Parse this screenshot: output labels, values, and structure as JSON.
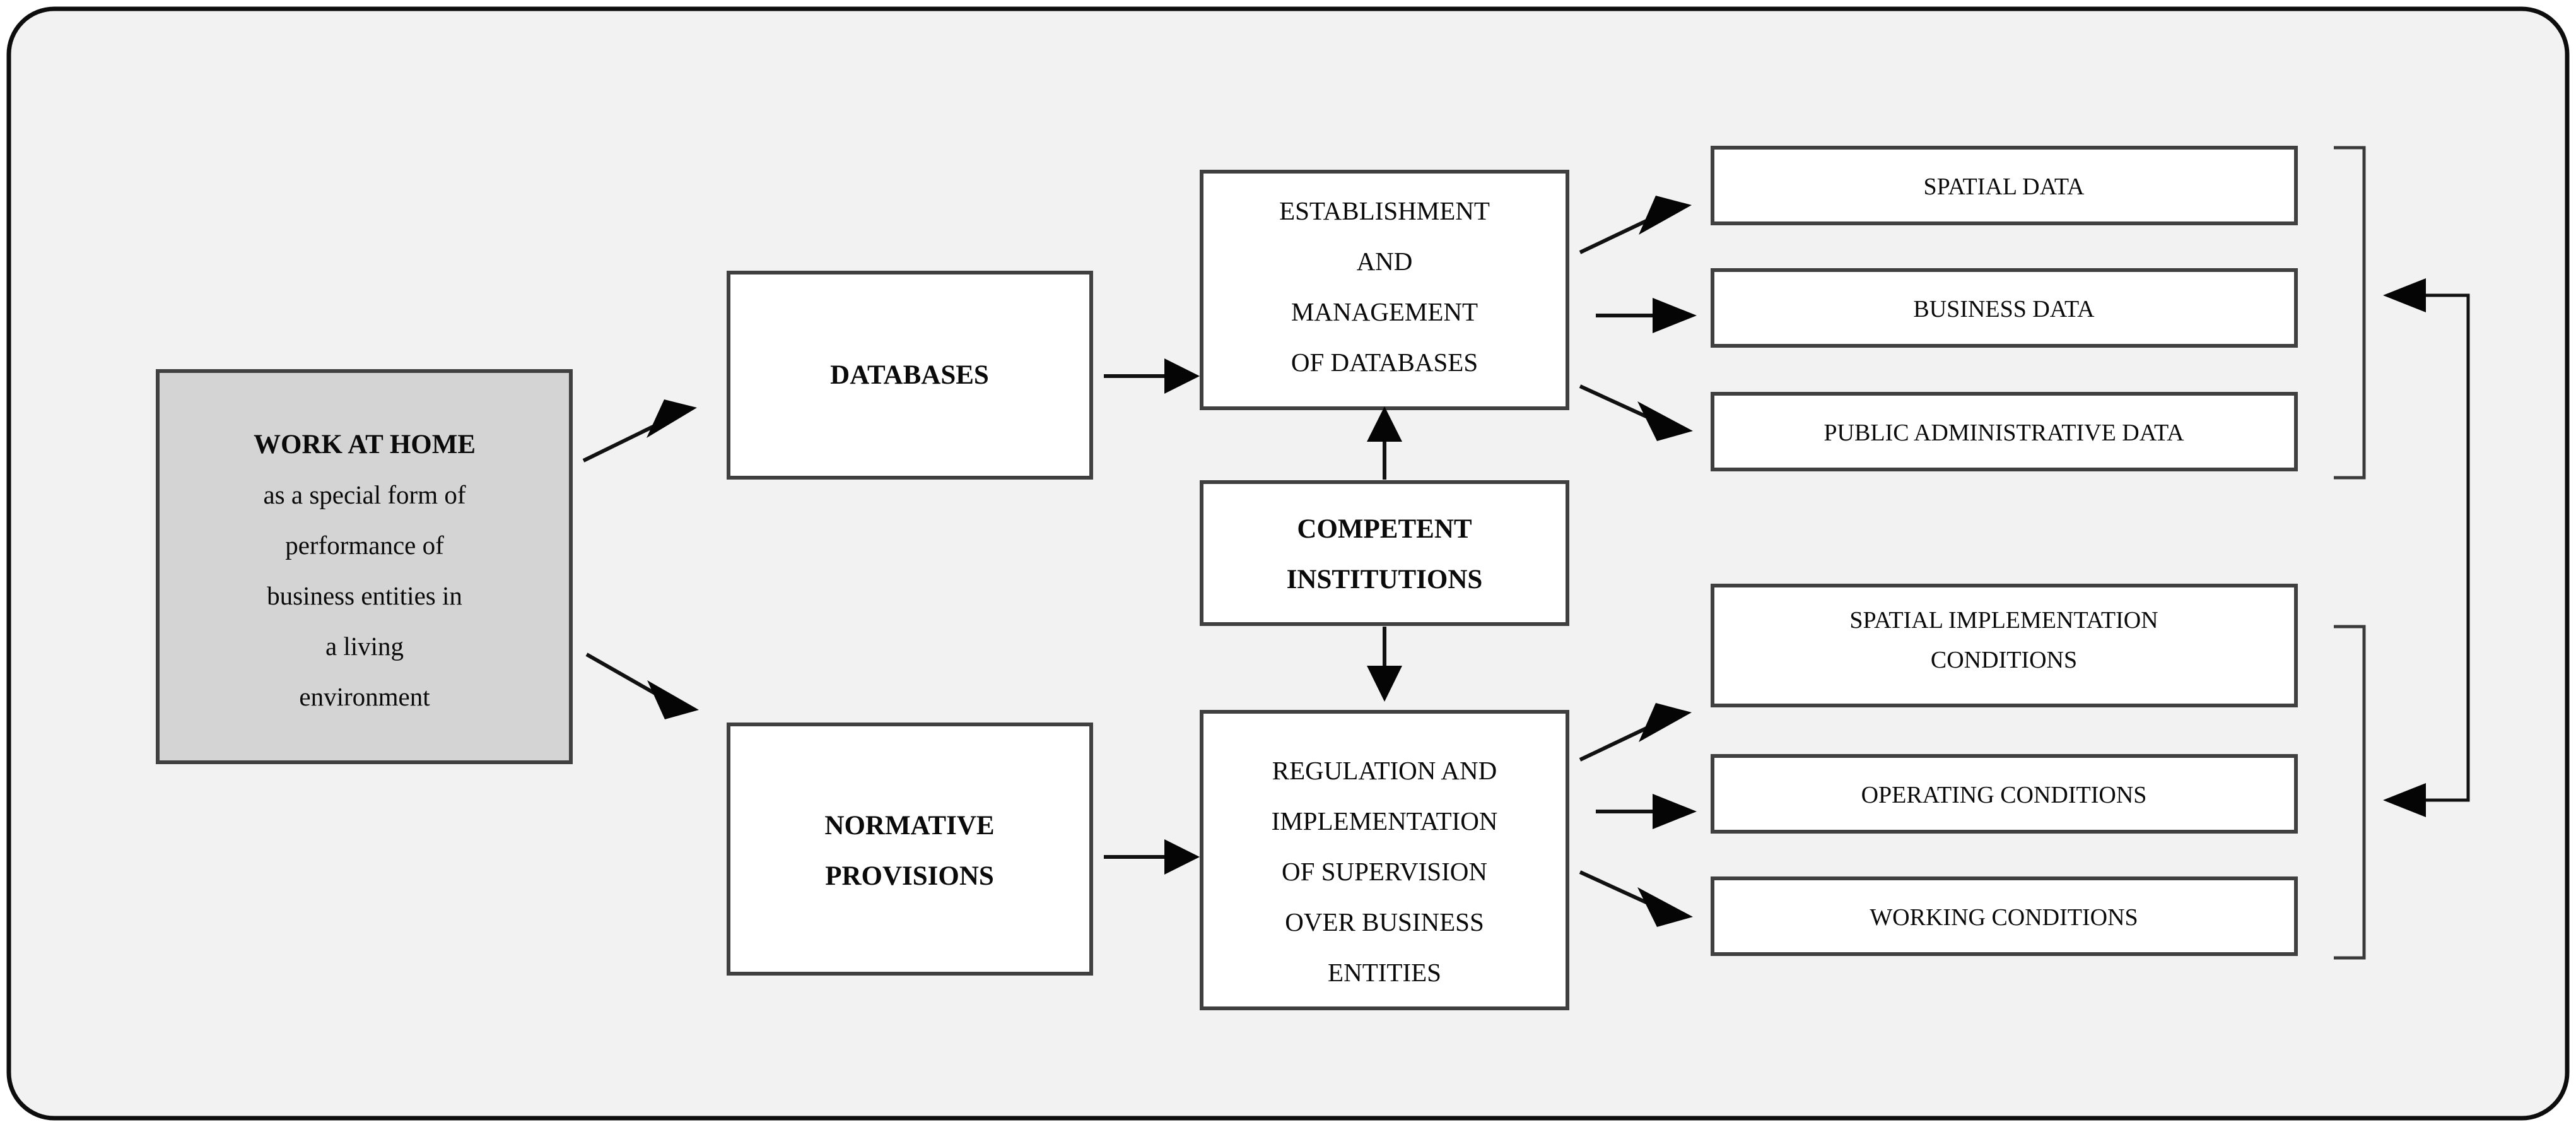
{
  "diagram": {
    "frame": {
      "background_color": "#f2f2f2",
      "border_color": "#0d0d0d"
    },
    "nodes": {
      "work_at_home": {
        "title": "WORK AT HOME",
        "lines": [
          "as a special form of",
          "performance of",
          "business entities in",
          "a living",
          "environment"
        ],
        "fill_color": "#d4d4d4"
      },
      "databases": {
        "label": "DATABASES"
      },
      "normative_provisions": {
        "lines": [
          "NORMATIVE",
          "PROVISIONS"
        ]
      },
      "establishment_management": {
        "lines": [
          "ESTABLISHMENT",
          "AND",
          "MANAGEMENT",
          "OF DATABASES"
        ]
      },
      "competent_institutions": {
        "lines": [
          "COMPETENT",
          "INSTITUTIONS"
        ]
      },
      "regulation_supervision": {
        "lines": [
          "REGULATION AND",
          "IMPLEMENTATION",
          "OF SUPERVISION",
          "OVER BUSINESS",
          "ENTITIES"
        ]
      },
      "spatial_data": {
        "label": "SPATIAL DATA"
      },
      "business_data": {
        "label": "BUSINESS DATA"
      },
      "public_administrative_data": {
        "label": "PUBLIC ADMINISTRATIVE DATA"
      },
      "spatial_implementation_conditions": {
        "lines": [
          "SPATIAL IMPLEMENTATION",
          "CONDITIONS"
        ]
      },
      "operating_conditions": {
        "label": "OPERATING CONDITIONS"
      },
      "working_conditions": {
        "label": "WORKING CONDITIONS"
      }
    }
  }
}
